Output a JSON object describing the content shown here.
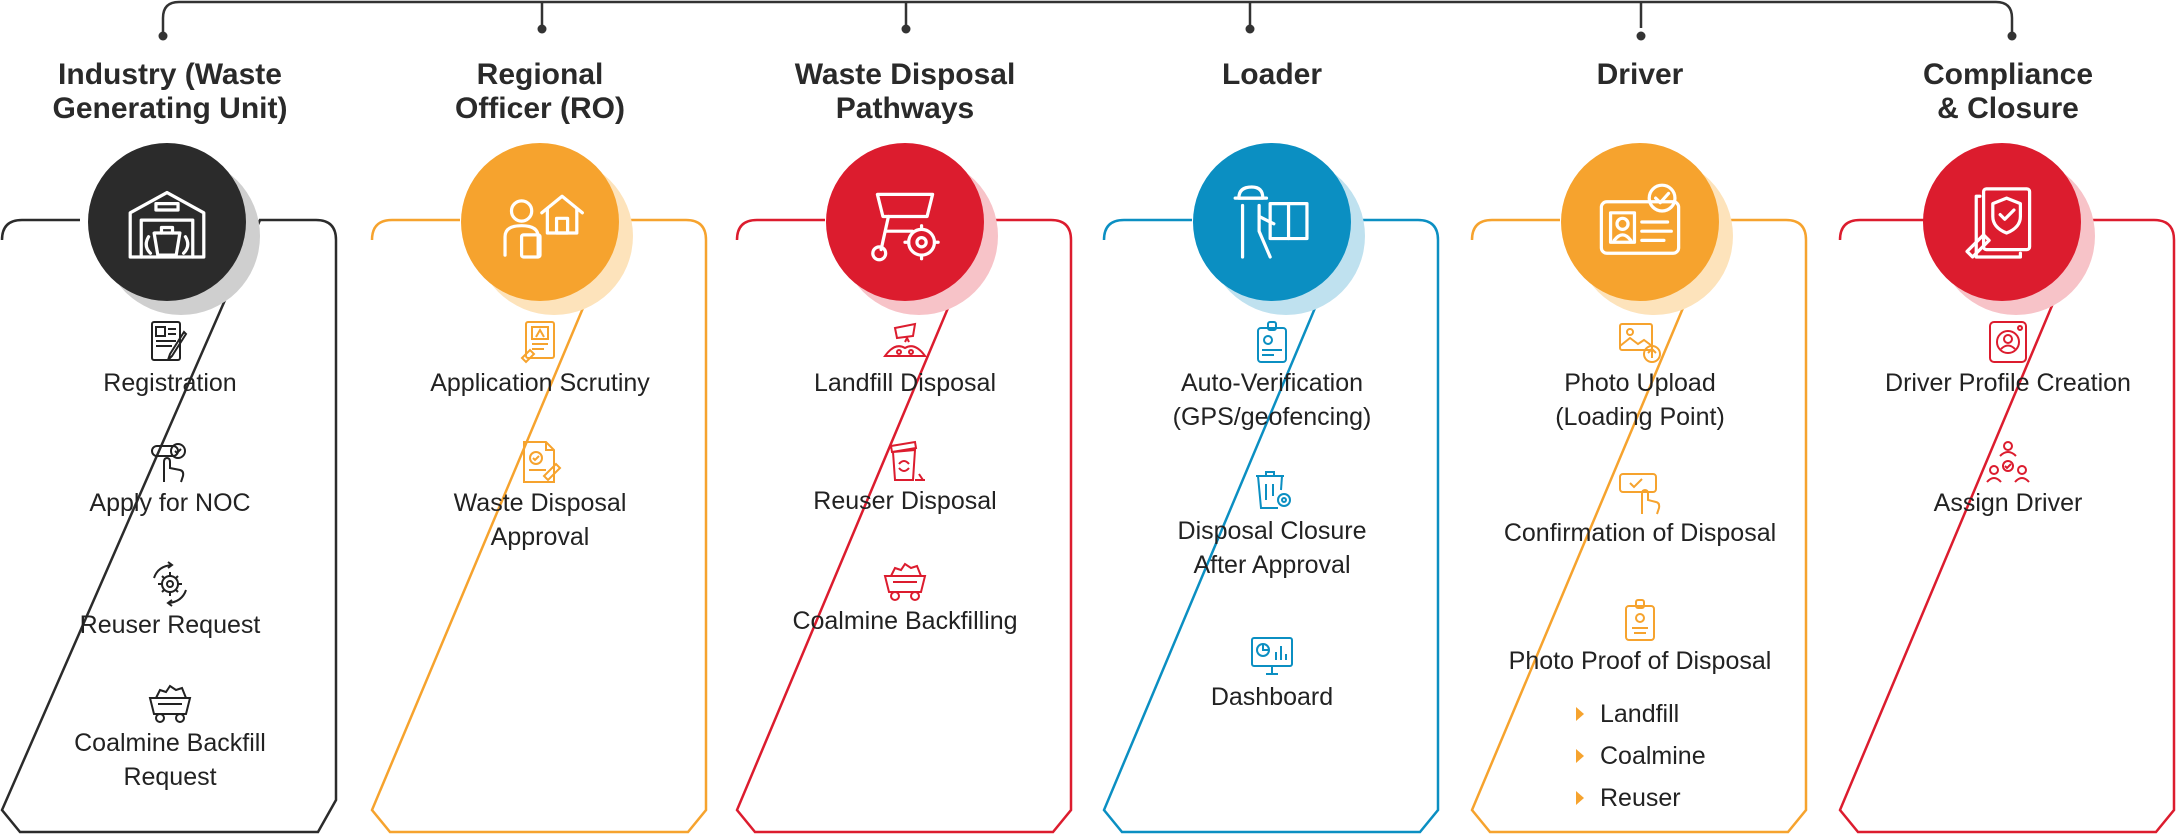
{
  "colors": {
    "dark": "#2b2b2b",
    "orange": "#f6a32e",
    "red": "#dc1c2e",
    "blue": "#0b8fc2",
    "connector": "#333333"
  },
  "columns": [
    {
      "title": "Industry (Waste\nGenerating Unit)",
      "color": "dark",
      "main_icon": "warehouse-waste-bin-icon",
      "items": [
        {
          "icon": "registration-form-icon",
          "label": "Registration"
        },
        {
          "icon": "apply-noc-touch-icon",
          "label": "Apply for NOC"
        },
        {
          "icon": "recycle-gear-icon",
          "label": "Reuser Request"
        },
        {
          "icon": "coal-cart-icon",
          "label": "Coalmine Backfill\nRequest"
        }
      ]
    },
    {
      "title": "Regional\nOfficer (RO)",
      "color": "orange",
      "main_icon": "officer-home-icon",
      "items": [
        {
          "icon": "application-scrutiny-icon",
          "label": "Application Scrutiny"
        },
        {
          "icon": "approval-document-icon",
          "label": "Waste Disposal\nApproval"
        }
      ]
    },
    {
      "title": "Waste Disposal\nPathways",
      "color": "red",
      "main_icon": "waste-cart-gear-icon",
      "items": [
        {
          "icon": "landfill-dump-icon",
          "label": "Landfill Disposal"
        },
        {
          "icon": "reuse-bin-icon",
          "label": "Reuser Disposal"
        },
        {
          "icon": "coal-cart-icon",
          "label": "Coalmine Backfilling"
        }
      ]
    },
    {
      "title": "Loader",
      "color": "blue",
      "main_icon": "loader-worker-icon",
      "items": [
        {
          "icon": "id-badge-icon",
          "label": "Auto-Verification\n(GPS/geofencing)"
        },
        {
          "icon": "bin-gear-icon",
          "label": "Disposal Closure\nAfter Approval"
        },
        {
          "icon": "dashboard-monitor-icon",
          "label": "Dashboard"
        }
      ]
    },
    {
      "title": "Driver",
      "color": "orange",
      "main_icon": "driver-id-card-icon",
      "items": [
        {
          "icon": "photo-upload-icon",
          "label": "Photo Upload\n(Loading Point)"
        },
        {
          "icon": "confirm-touch-icon",
          "label": "Confirmation of Disposal"
        },
        {
          "icon": "photo-proof-badge-icon",
          "label": "Photo Proof of Disposal"
        }
      ],
      "sub_items": [
        "Landfill",
        "Coalmine",
        "Reuser"
      ]
    },
    {
      "title": "Compliance\n& Closure",
      "color": "red",
      "main_icon": "compliance-shield-document-icon",
      "items": [
        {
          "icon": "driver-profile-icon",
          "label": "Driver Profile Creation"
        },
        {
          "icon": "assign-driver-icon",
          "label": "Assign Driver"
        }
      ]
    }
  ]
}
